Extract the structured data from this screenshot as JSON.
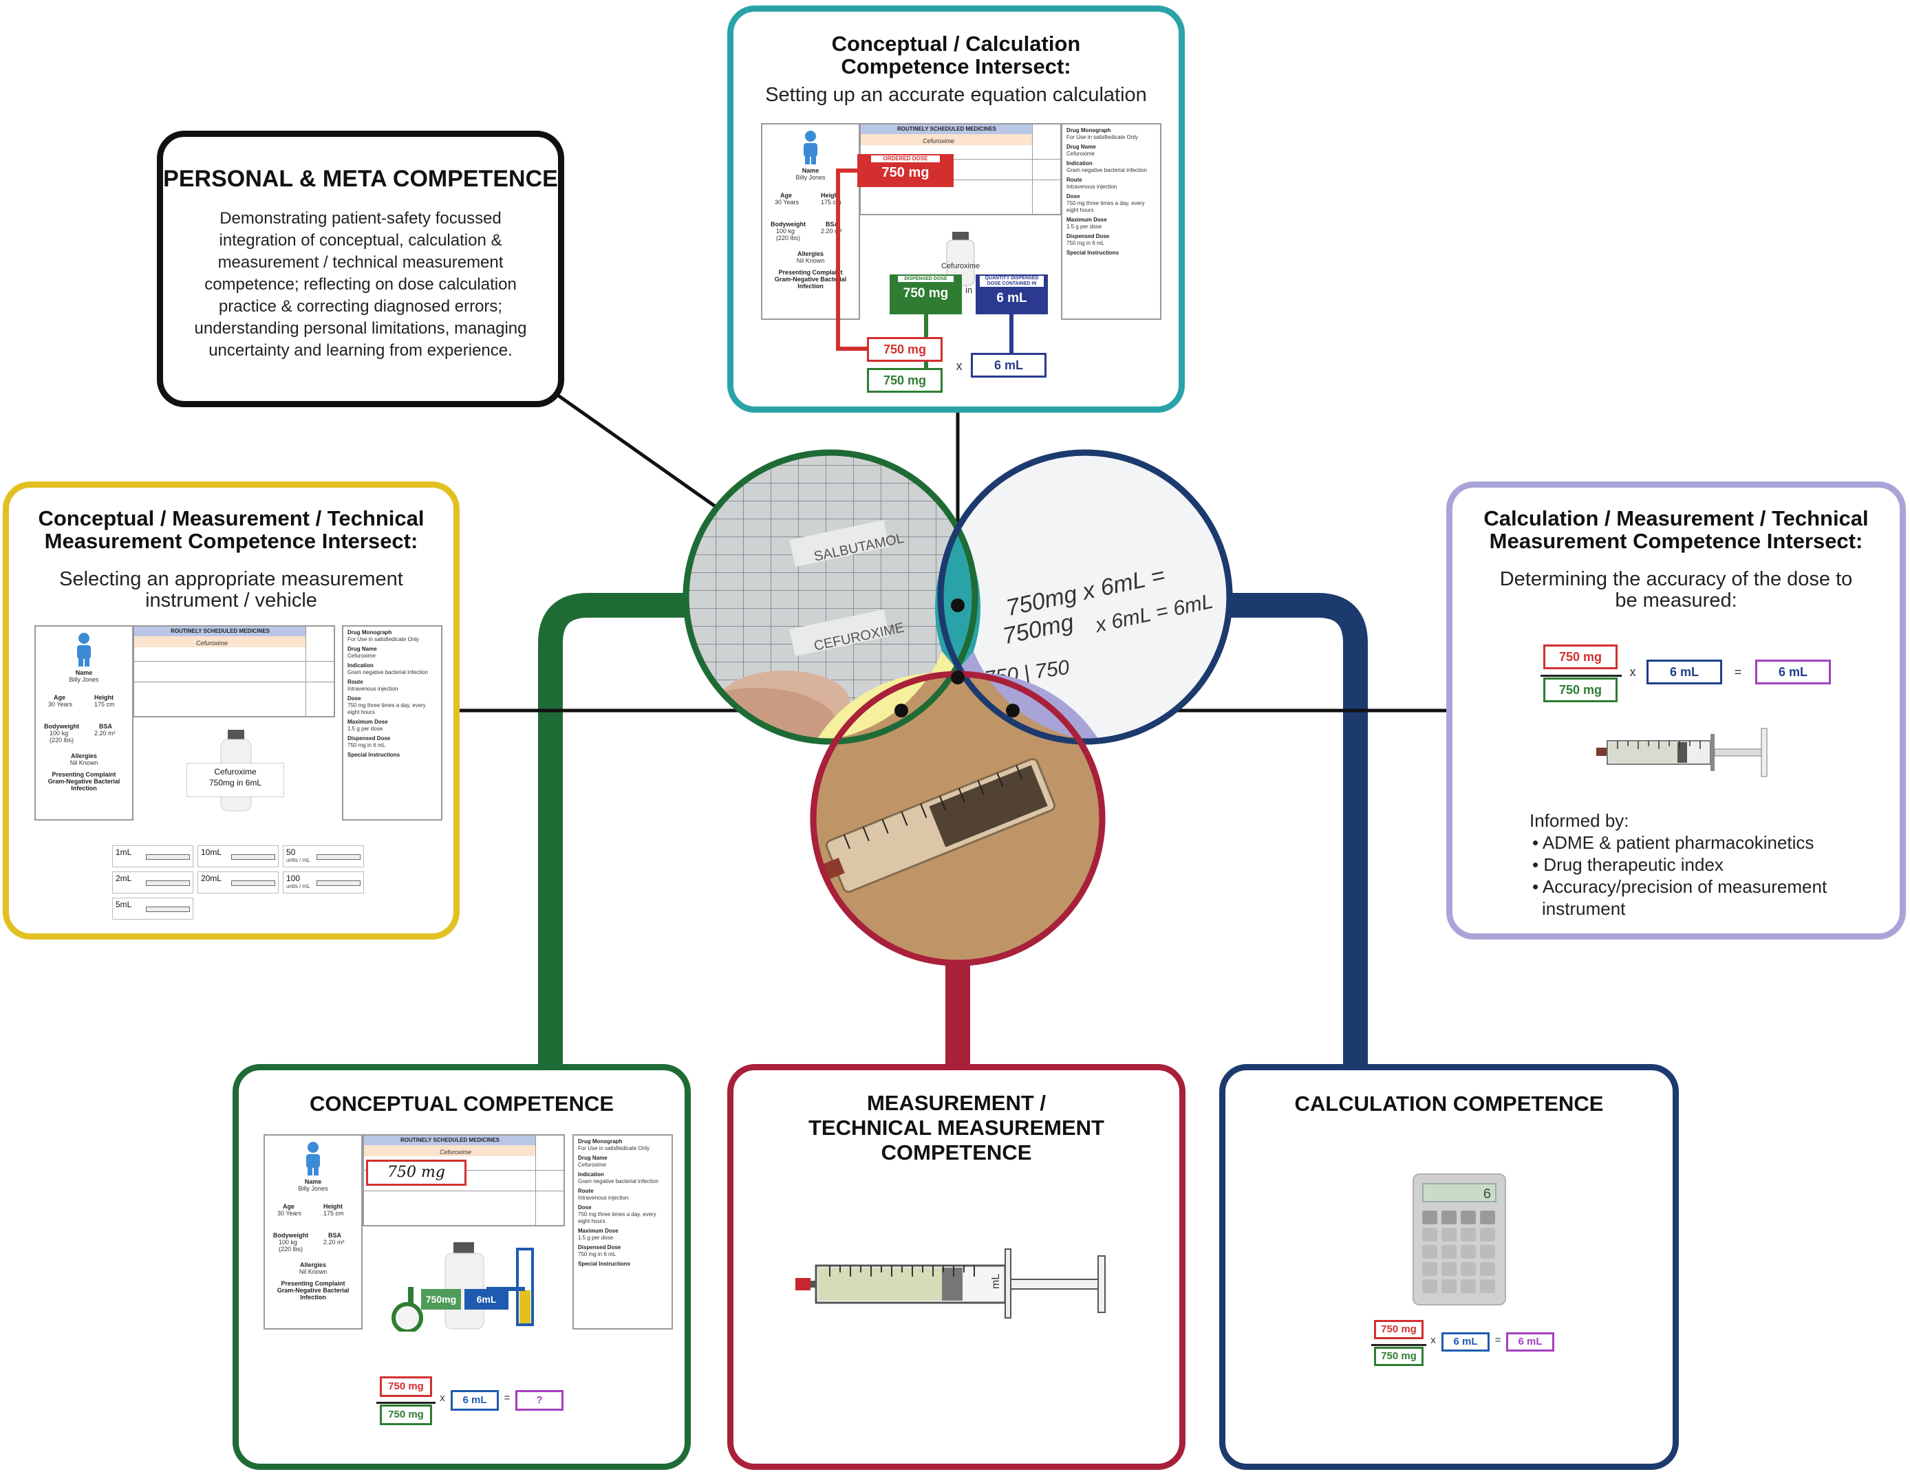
{
  "colors": {
    "conceptual": "#1f6b35",
    "measurement": "#a8203a",
    "calculation": "#1c3a6e",
    "conceptual_calc": "#2aa3a8",
    "conceptual_meas": "#e3c021",
    "calc_meas": "#a9a4d8",
    "meta": "#111111",
    "red_value": "#d32f2f",
    "green_value": "#2e7d32",
    "blue_value": "#1e5bb0",
    "purple_value": "#a33fc0"
  },
  "meta": {
    "title": "PERSONAL & META COMPETENCE",
    "text": "Demonstrating patient-safety focussed integration of conceptual, calculation & measurement / technical measurement competence; reflecting on dose calculation practice & correcting diagnosed errors; understanding personal limitations, managing uncertainty and learning from experience."
  },
  "conceptual_calc": {
    "title": "Conceptual / Calculation\nCompetence Intersect:",
    "subtitle": "Setting up an accurate equation calculation",
    "ordered_dose_label": "ORDERED DOSE",
    "ordered_dose": "750 mg",
    "dispensed_dose_label": "DISPENSED DOSE",
    "dispensed_dose": "750 mg",
    "in_label": "in",
    "quantity_label": "QUANTITY DISPENSED DOSE CONTAINED IN",
    "quantity": "6 mL",
    "drug_label": "Cefuroxime",
    "numerator": "750 mg",
    "denominator": "750 mg",
    "times": "x",
    "multiplier": "6 mL"
  },
  "conceptual_meas": {
    "title": "Conceptual / Measurement / Technical\nMeasurement Competence Intersect:",
    "subtitle": "Selecting an appropriate measurement\ninstrument / vehicle",
    "vial_label": "Cefuroxime\n750mg in 6mL",
    "syringes": [
      {
        "label": "1mL"
      },
      {
        "label": "10mL"
      },
      {
        "label": "50",
        "sub": "units / mL"
      },
      {
        "label": "2mL"
      },
      {
        "label": "20mL"
      },
      {
        "label": "100",
        "sub": "units / mL"
      },
      {
        "label": "5mL"
      }
    ]
  },
  "calc_meas": {
    "title": "Calculation / Measurement / Technical\nMeasurement Competence Intersect:",
    "subtitle": "Determining the accuracy of the dose to\nbe measured:",
    "numerator": "750 mg",
    "denominator": "750 mg",
    "times": "x",
    "multiplier": "6 mL",
    "equals": "=",
    "result": "6 mL",
    "informed_title": "Informed by:",
    "informed_items": [
      "• ADME & patient pharmacokinetics",
      "• Drug therapeutic index",
      "• Accuracy/precision of measurement\ninstrument"
    ]
  },
  "conceptual": {
    "title": "CONCEPTUAL COMPETENCE",
    "handwritten_dose": "750 mg",
    "vial_dose": "750mg",
    "vial_volume": "6mL",
    "numerator": "750 mg",
    "denominator": "750 mg",
    "times": "x",
    "multiplier": "6 mL",
    "equals": "=",
    "result": "?"
  },
  "measurement": {
    "title": "MEASUREMENT /\nTECHNICAL MEASUREMENT\nCOMPETENCE",
    "syringe_unit": "mL"
  },
  "calculation": {
    "title": "CALCULATION COMPETENCE",
    "display": "6",
    "numerator": "750 mg",
    "denominator": "750 mg",
    "times": "x",
    "multiplier": "6 mL",
    "equals": "=",
    "result": "6 mL"
  },
  "chart": {
    "header": "ROUTINELY SCHEDULED MEDICINES",
    "patient_name_label": "Name",
    "patient_name": "Billy Jones",
    "age_label": "Age",
    "age": "30 Years",
    "height_label": "Height",
    "height": "175 cm",
    "weight_label": "Bodyweight",
    "weight": "100 kg\n(220 lbs)",
    "bsa_label": "BSA",
    "bsa": "2.20 m²",
    "allergies_label": "Allergies",
    "allergies": "Nil Known",
    "complaint_label": "Presenting Complaint",
    "complaint": "Gram-Negative Bacterial Infection",
    "drug": "Cefuroxime",
    "monograph_lines": [
      "Drug Monograph",
      "For Use in satisfiedicate Only",
      "Drug Name",
      "Cefuroxime",
      "Indication",
      "Gram negative bacterial infection",
      "Route",
      "Intravenous injection",
      "Dose",
      "750 mg three times a day, every eight hours",
      "Maximum Dose",
      "1.5 g per dose",
      "Dispensed Dose",
      "750 mg in 6 mL",
      "Special Instructions"
    ]
  },
  "photos": {
    "handwriting_line1": "750mg x 6mL =",
    "handwriting_line2": "750mg",
    "handwriting_line3": "x 6mL = 6mL",
    "handwriting_line4": "750 | 750",
    "chart_scribble1": "SALBUTAMOL",
    "chart_scribble2": "CEFUROXIME"
  }
}
